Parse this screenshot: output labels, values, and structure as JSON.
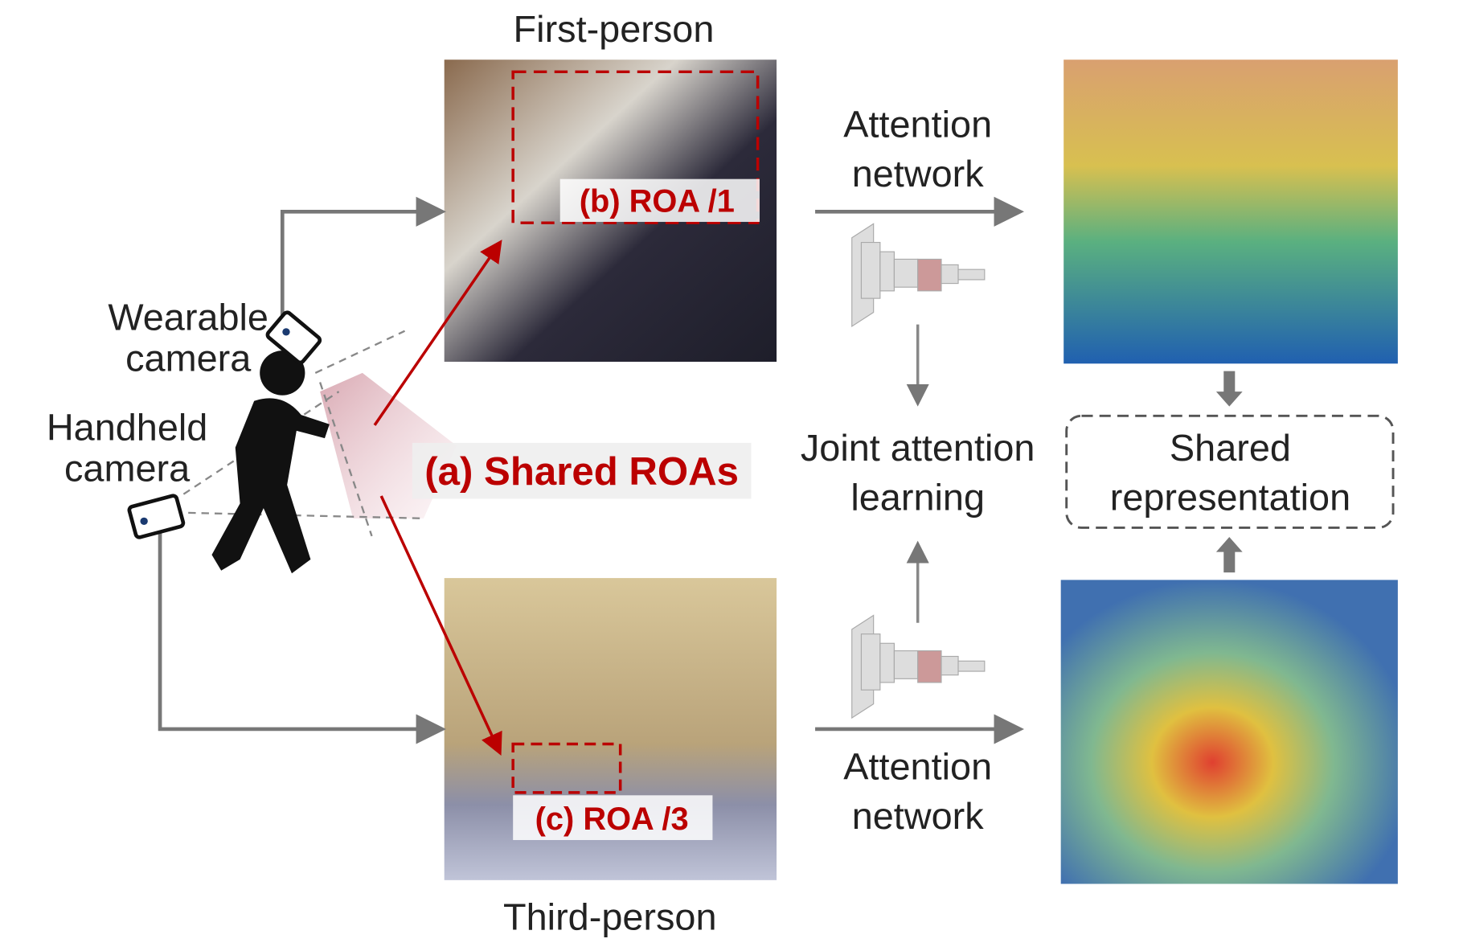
{
  "labels": {
    "first_person": "First-person",
    "third_person": "Third-person",
    "wearable_1": "Wearable",
    "wearable_2": "camera",
    "handheld_1": "Handheld",
    "handheld_2": "camera",
    "attention_top_1": "Attention",
    "attention_top_2": "network",
    "attention_bottom_1": "Attention",
    "attention_bottom_2": "network",
    "joint_1": "Joint attention",
    "joint_2": "learning",
    "shared_1": "Shared",
    "shared_2": "representation",
    "shared_roas": "(a) Shared ROAs",
    "roa_b": "(b) ROA /1",
    "roa_c": "(c) ROA /3"
  },
  "colors": {
    "accent_red": "#bb0000",
    "arrow_gray": "#777777"
  }
}
